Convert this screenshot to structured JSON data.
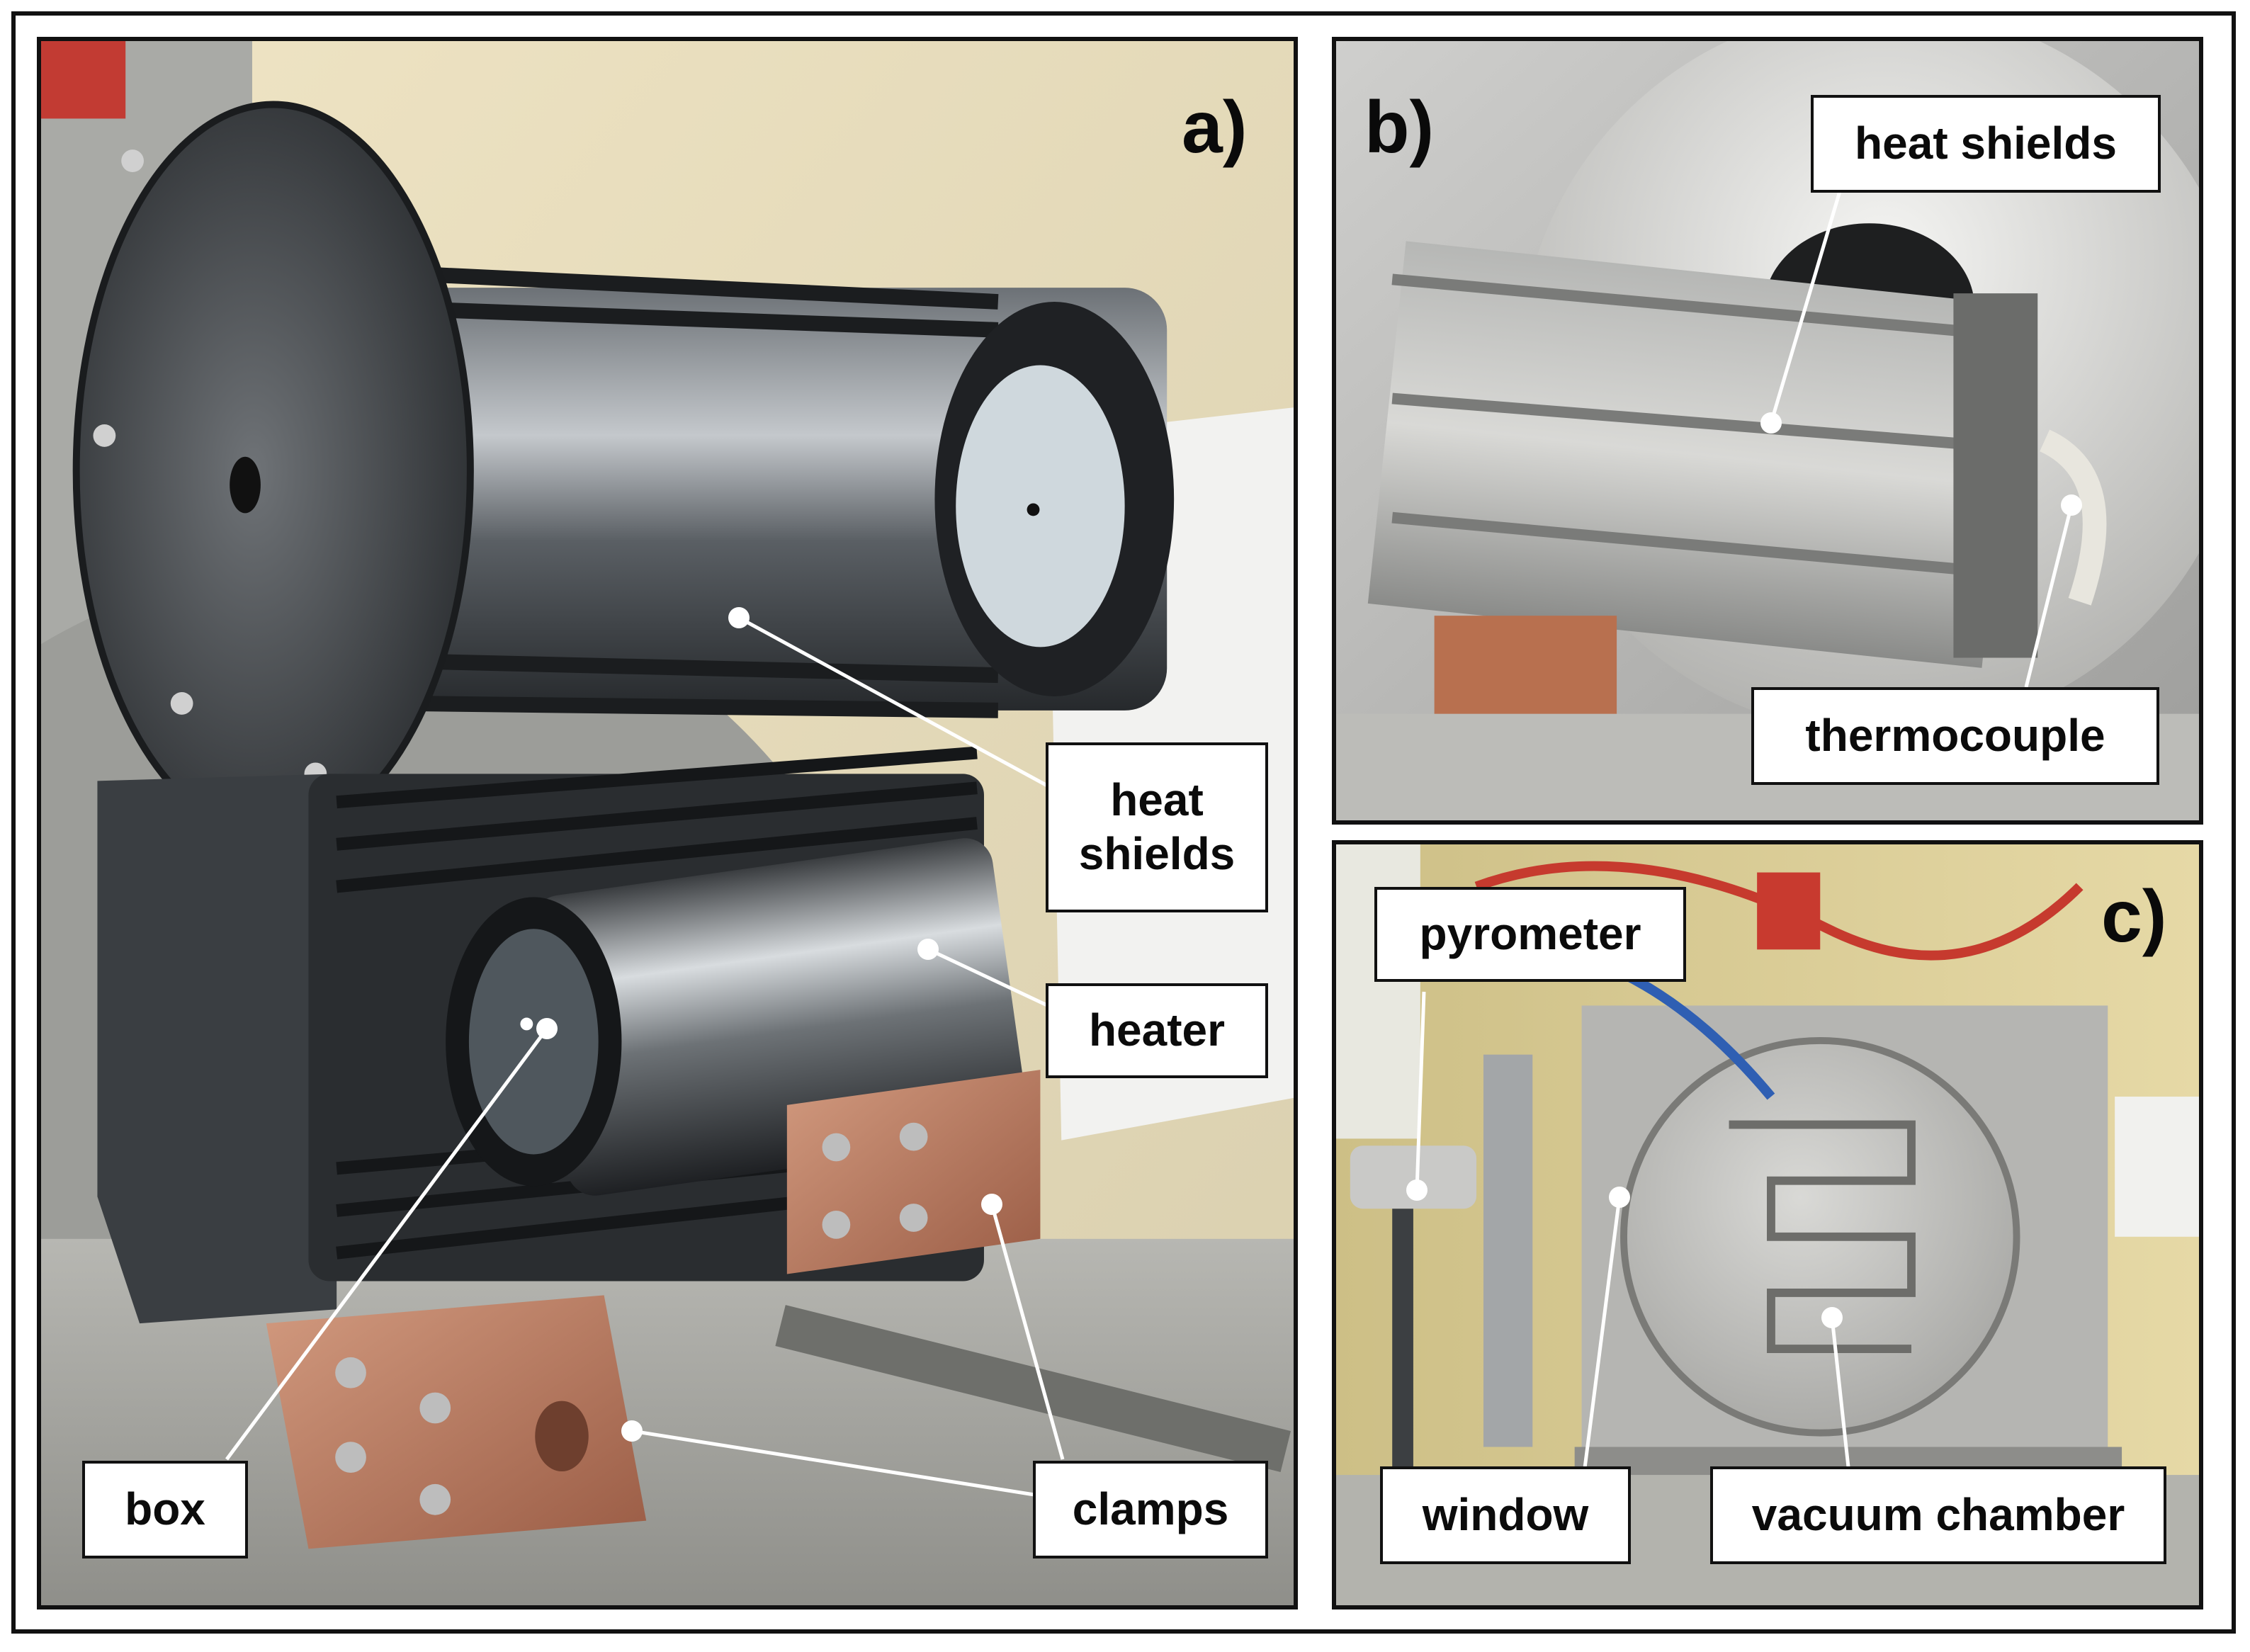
{
  "panels": {
    "a": {
      "letter": "a)"
    },
    "b": {
      "letter": "b)"
    },
    "c": {
      "letter": "c)"
    }
  },
  "labels": {
    "a_heat_shields": "heat\nshields",
    "a_heater": "heater",
    "a_box": "box",
    "a_clamps": "clamps",
    "b_heat_shields": "heat shields",
    "b_thermocouple": "thermocouple",
    "c_pyrometer": "pyrometer",
    "c_window": "window",
    "c_vacuum_chamber": "vacuum chamber"
  },
  "colors": {
    "frame": "#111111",
    "label_bg": "#ffffff",
    "leader_line": "#ffffff",
    "copper": "#b87355",
    "steel": "#9a9a9a",
    "dark_steel": "#2e3236",
    "wall": "#e9dcb6"
  }
}
